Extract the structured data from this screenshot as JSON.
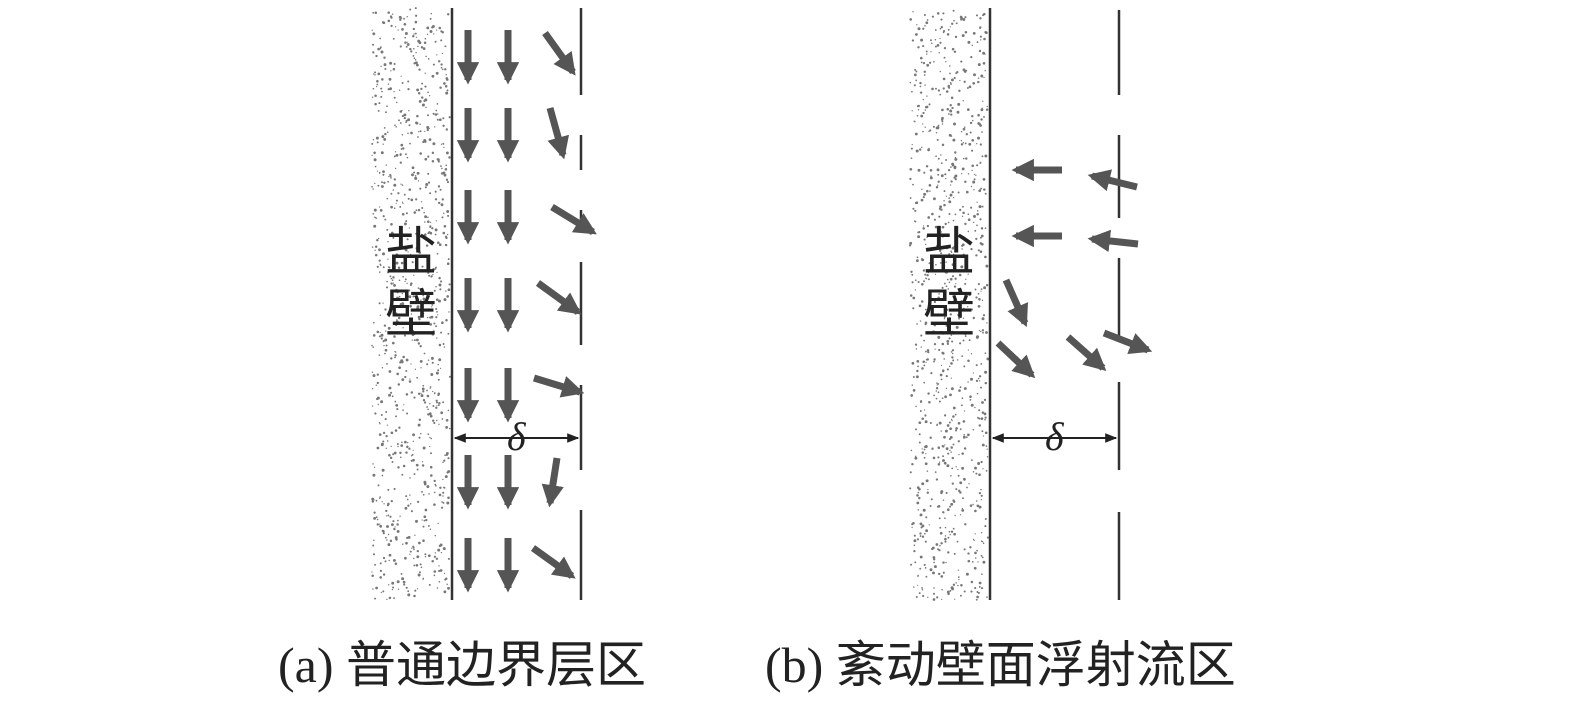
{
  "panel_a": {
    "wall_label": [
      "盐",
      "壁"
    ],
    "delta_symbol": "δ",
    "caption": "(a) 普通边界层区"
  },
  "panel_b": {
    "wall_label": [
      "盐",
      "壁"
    ],
    "delta_symbol": "δ",
    "caption": "(b) 紊动壁面浮射流区"
  },
  "colors": {
    "arrow": "#555555",
    "line": "#333333",
    "speckle": "#777777"
  }
}
